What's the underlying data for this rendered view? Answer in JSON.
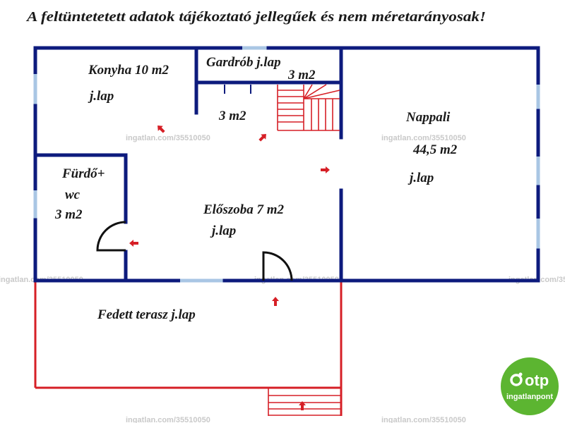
{
  "notice": "A feltüntetetett adatok tájékoztató jellegűek és nem méretarányosak!",
  "rooms": {
    "kitchen": {
      "name": "Konyha 10 m2",
      "floor": "j.lap"
    },
    "wardrobe": {
      "name": "Gardrób j.lap",
      "area": "3 m2"
    },
    "storage": {
      "area": "3 m2"
    },
    "living_room": {
      "name": "Nappali",
      "area": "44,5 m2",
      "floor": "j.lap"
    },
    "bathroom": {
      "name": "Fürdő+",
      "name_line2": "wc",
      "area": "3 m2"
    },
    "hallway": {
      "name": "Előszoba 7 m2",
      "floor": "j.lap"
    },
    "terrace": {
      "name": "Fedett terasz j.lap"
    }
  },
  "watermarks": [
    "ingatlan.com/35510050",
    "ingatlan.com/35510050",
    "ingatlan.com/35510050",
    "ingatlan.com/35510050",
    "ingatlan.com/35510050",
    "ingatlan.com/35510050",
    "ingatlan.com/35510050"
  ],
  "logo": {
    "brand": "otp",
    "subtitle": "ingatlanpont"
  },
  "colors": {
    "wall": "#0d1b7d",
    "window": "#a9c6e4",
    "red": "#d61f26",
    "logo": "#5cb531"
  }
}
